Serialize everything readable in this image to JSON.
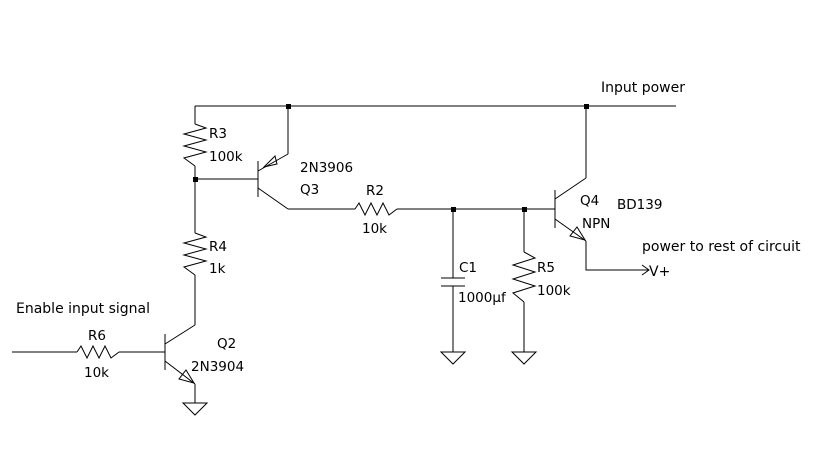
{
  "nets": {
    "input_power": "Input power",
    "enable": "Enable input signal",
    "output": "power to rest of circuit",
    "vplus": "V+"
  },
  "parts": {
    "r3": {
      "ref": "R3",
      "value": "100k"
    },
    "r4": {
      "ref": "R4",
      "value": "1k"
    },
    "r6": {
      "ref": "R6",
      "value": "10k"
    },
    "r2": {
      "ref": "R2",
      "value": "10k"
    },
    "r5": {
      "ref": "R5",
      "value": "100k"
    },
    "c1": {
      "ref": "C1",
      "value": "1000µf"
    },
    "q3": {
      "ref": "Q3",
      "value": "2N3906"
    },
    "q2": {
      "ref": "Q2",
      "value": "2N3904"
    },
    "q4": {
      "ref": "Q4",
      "value": "BD139",
      "type": "NPN"
    }
  }
}
